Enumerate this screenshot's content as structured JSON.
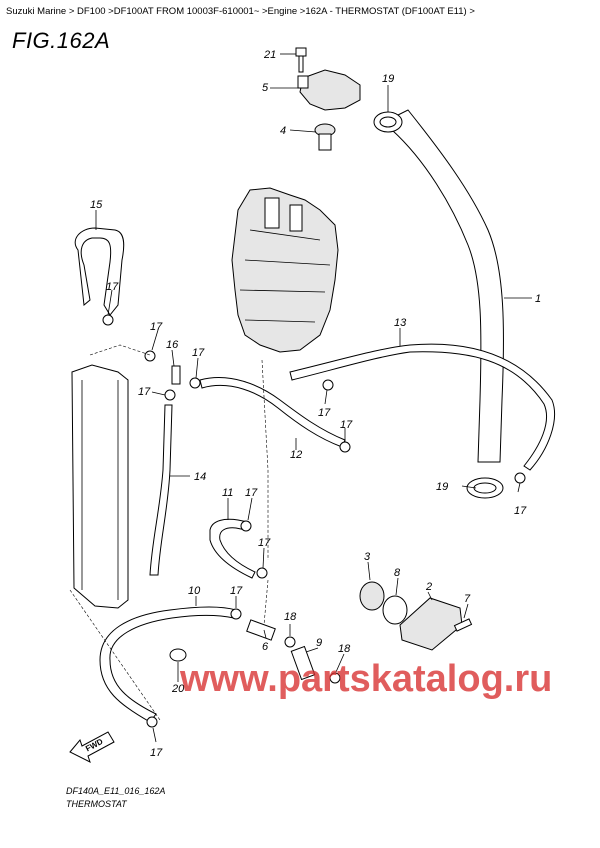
{
  "breadcrumb": "Suzuki Marine > DF100 >DF100AT FROM 10003F-610001~ >Engine >162A - THERMOSTAT (DF100AT E11) >",
  "figure_title": "FIG.162A",
  "caption_line1": "DF140A_E11_016_162A",
  "caption_line2": "THERMOSTAT",
  "watermark": "www.partskatalog.ru",
  "fwd_label": "FWD",
  "callouts": {
    "c1": "1",
    "c2": "2",
    "c3": "3",
    "c4": "4",
    "c5": "5",
    "c6": "6",
    "c7": "7",
    "c8": "8",
    "c9": "9",
    "c10": "10",
    "c11": "11",
    "c12": "12",
    "c13": "13",
    "c14": "14",
    "c15": "15",
    "c16": "16",
    "c17": "17",
    "c18": "18",
    "c19": "19",
    "c20": "20",
    "c21": "21"
  }
}
